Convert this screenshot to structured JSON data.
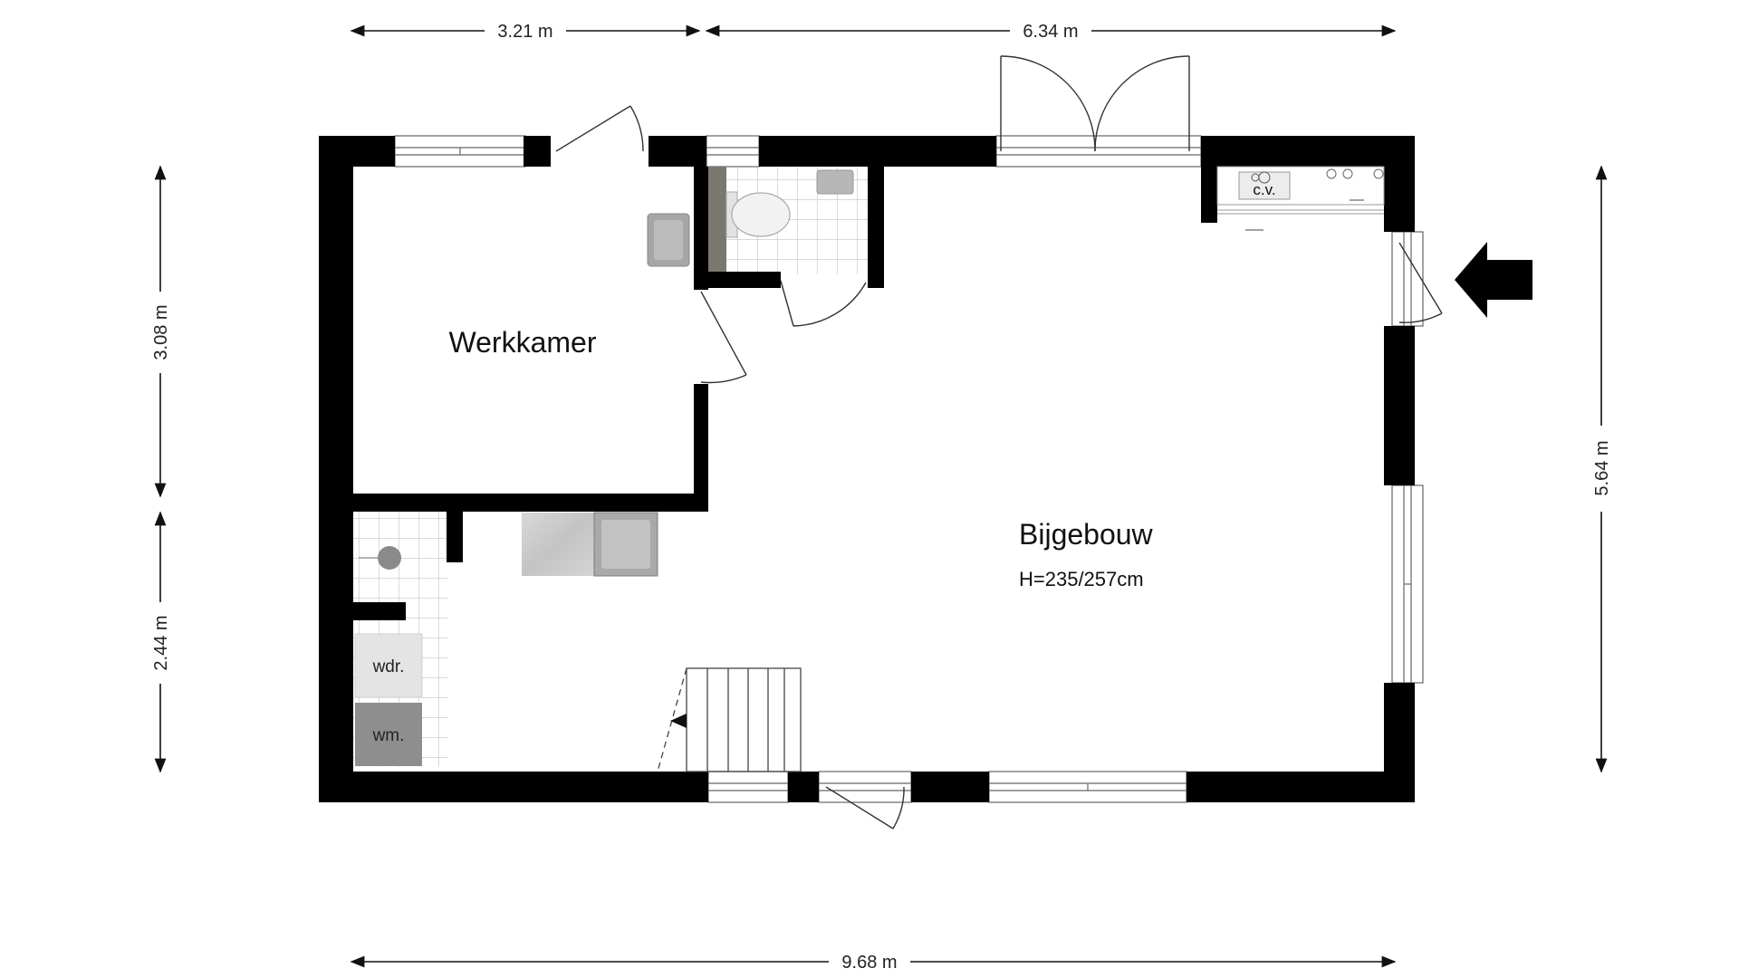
{
  "rooms": {
    "werkkamer": "Werkkamer",
    "bijgebouw": "Bijgebouw",
    "bijgebouw_height": "H=235/257cm"
  },
  "dimensions": {
    "top_left": "3.21 m",
    "top_right": "6.34 m",
    "bottom": "9.68 m",
    "left_upper": "3.08 m",
    "left_lower": "2.44 m",
    "right": "5.64 m"
  },
  "appliances": {
    "dryer": "wdr.",
    "washer": "wm.",
    "boiler": "c.v."
  },
  "icons": {
    "entrance": "entrance-arrow-icon"
  },
  "colors": {
    "wall": "#000000",
    "tile_line": "#bdbdbd",
    "fixture": "#9a9a9a"
  }
}
